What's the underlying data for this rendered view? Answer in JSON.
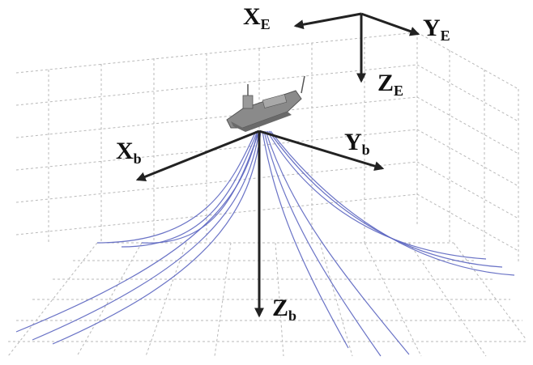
{
  "labels": {
    "earth": [
      {
        "main": "X",
        "sub": "E"
      },
      {
        "main": "Y",
        "sub": "E"
      },
      {
        "main": "Z",
        "sub": "E"
      }
    ],
    "body": [
      {
        "main": "X",
        "sub": "b"
      },
      {
        "main": "Y",
        "sub": "b"
      },
      {
        "main": "Z",
        "sub": "b"
      }
    ]
  },
  "mooring_line_count": 12,
  "colors": {
    "mooring_lines": "#5a64c0",
    "grid": "#b9b9b9",
    "axes": "#222222",
    "vessel": "#8a8a8a"
  }
}
